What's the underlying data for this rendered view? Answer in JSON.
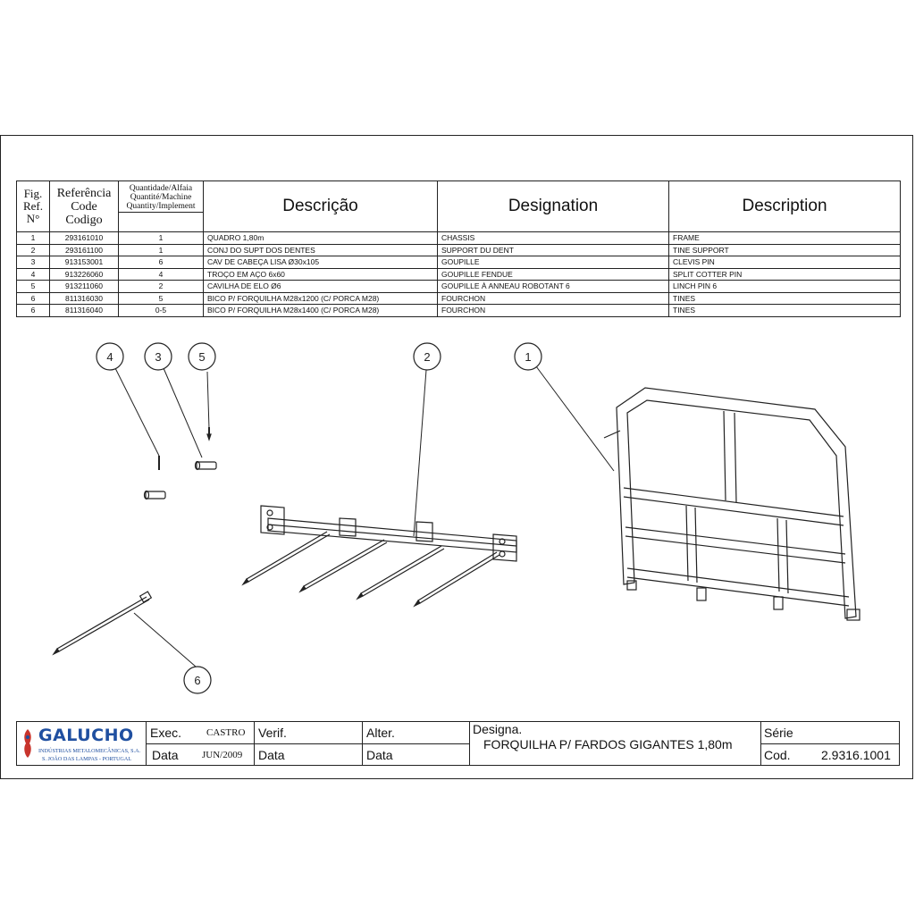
{
  "table": {
    "headers": {
      "fig": [
        "Fig.",
        "Ref.",
        "N°"
      ],
      "ref": [
        "Referência",
        "Code",
        "Codigo"
      ],
      "qty": [
        "Quantidade/Alfaia",
        "Quantité/Machine",
        "Quantity/Implement"
      ],
      "descricao": "Descrição",
      "designation": "Designation",
      "description": "Description"
    },
    "rows": [
      {
        "fig": "1",
        "ref": "293161010",
        "qty": "1",
        "pt": "QUADRO 1,80m",
        "fr": "CHASSIS",
        "en": "FRAME"
      },
      {
        "fig": "2",
        "ref": "293161100",
        "qty": "1",
        "pt": "CONJ DO SUPT DOS DENTES",
        "fr": "SUPPORT DU DENT",
        "en": "TINE SUPPORT"
      },
      {
        "fig": "3",
        "ref": "913153001",
        "qty": "6",
        "pt": "CAV DE CABEÇA LISA Ø30x105",
        "fr": "GOUPILLE",
        "en": "CLEVIS PIN"
      },
      {
        "fig": "4",
        "ref": "913226060",
        "qty": "4",
        "pt": "TROÇO EM AÇO 6x60",
        "fr": "GOUPILLE FENDUE",
        "en": "SPLIT COTTER PIN"
      },
      {
        "fig": "5",
        "ref": "913211060",
        "qty": "2",
        "pt": "CAVILHA DE ELO   Ø6",
        "fr": "GOUPILLE À ANNEAU ROBOTANT 6",
        "en": "LINCH PIN 6"
      },
      {
        "fig": "6",
        "ref": "811316030",
        "qty": "5",
        "pt": "BICO P/ FORQUILHA M28x1200 (C/ PORCA M28)",
        "fr": "FOURCHON",
        "en": "TINES"
      },
      {
        "fig": "6",
        "ref": "811316040",
        "qty": "0-5",
        "pt": "BICO P/ FORQUILHA M28x1400 (C/ PORCA M28)",
        "fr": "FOURCHON",
        "en": "TINES"
      }
    ]
  },
  "callouts": [
    "4",
    "3",
    "5",
    "2",
    "1",
    "6"
  ],
  "titleblock": {
    "brand": "GALUCHO",
    "brand_line1": "INDÚSTRIAS METALOMECÂNICAS, S.A.",
    "brand_line2": "S. JOÃO DAS LAMPAS  -  PORTUGAL",
    "exec_label": "Exec.",
    "exec_value": "CASTRO",
    "verif_label": "Verif.",
    "alter_label": "Alter.",
    "data_label": "Data",
    "data_value": "JUN/2009",
    "designa_label": "Designa.",
    "designa_value": "FORQUILHA P/ FARDOS GIGANTES 1,80m",
    "serie_label": "Série",
    "cod_label": "Cod.",
    "cod_value": "2.9316.1001"
  },
  "colors": {
    "ink": "#222222",
    "brand": "#1f4fa0"
  }
}
